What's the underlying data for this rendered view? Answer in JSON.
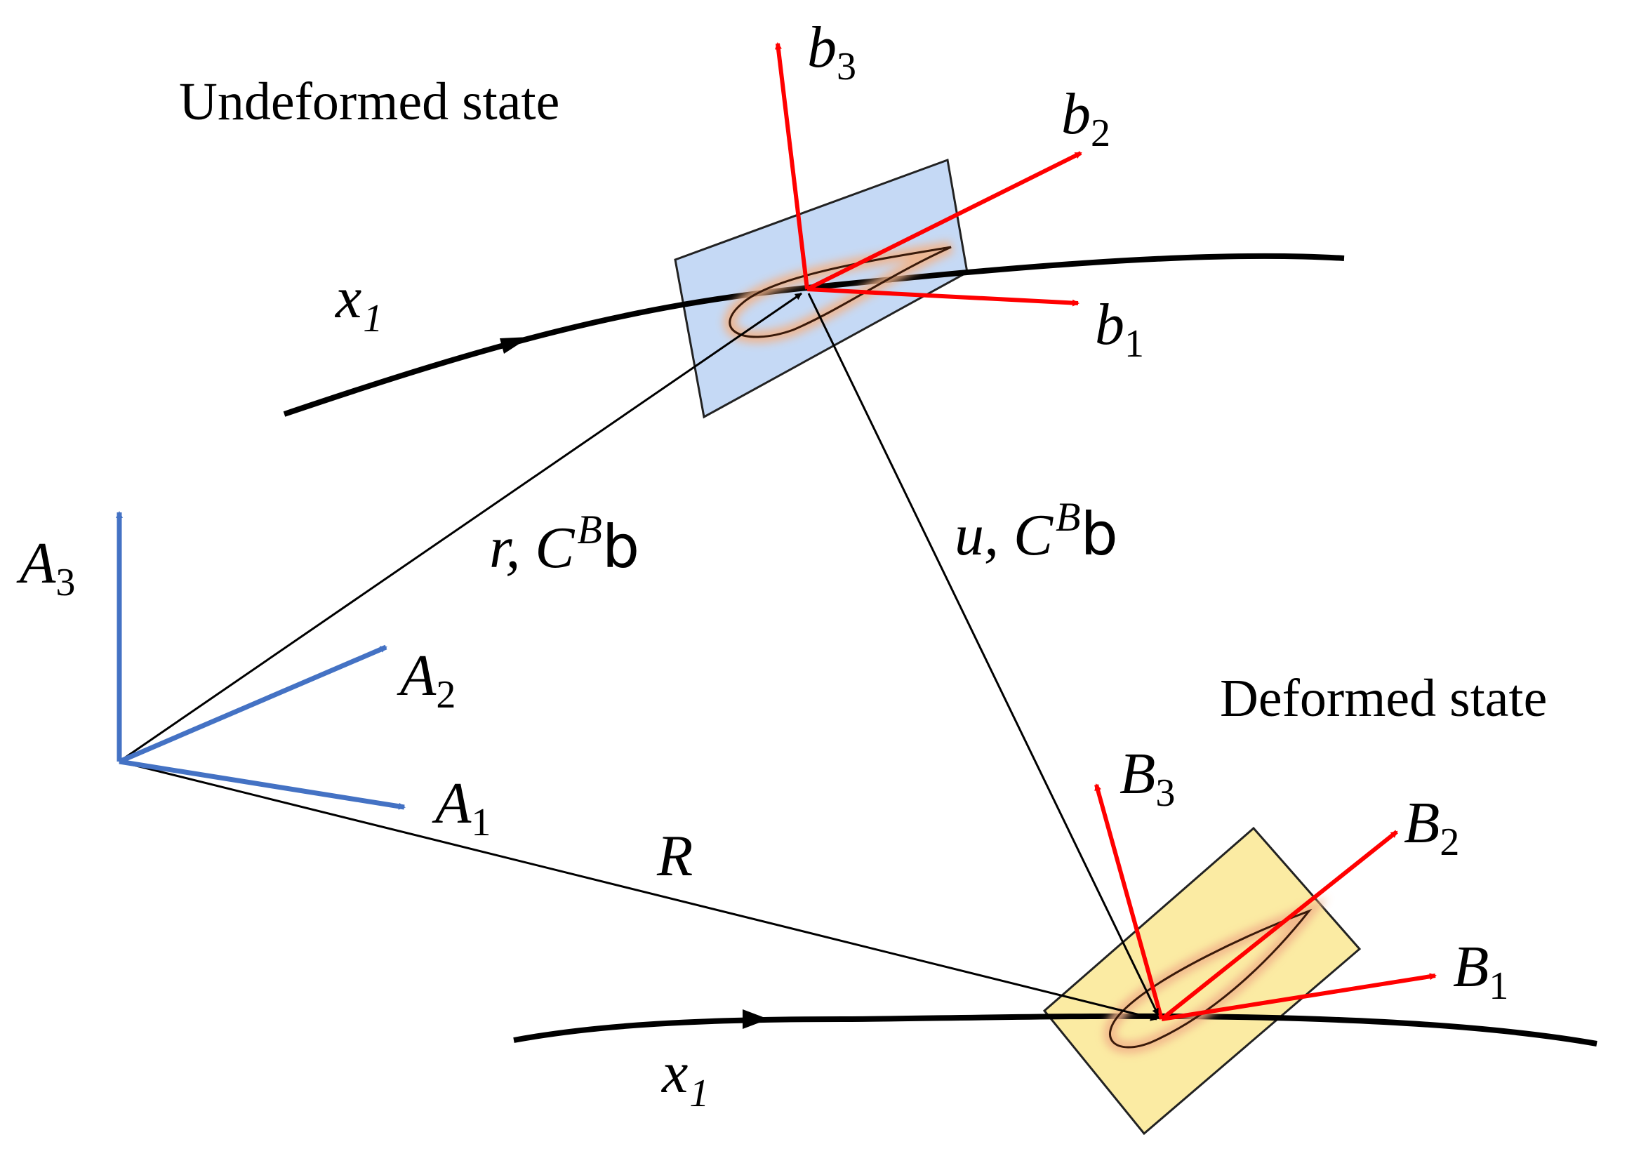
{
  "labels": {
    "undeformed_state": "Undeformed state",
    "deformed_state": "Deformed state",
    "x1_top": "x",
    "x1_top_sub": "1",
    "x1_bottom": "x",
    "x1_bottom_sub": "1",
    "r_vector": "r, C",
    "r_vector_sup": "B",
    "r_vector_tail": "b",
    "u_vector": "u, C",
    "u_vector_sup": "B",
    "u_vector_tail": "b",
    "R_vector": "R",
    "A1": "A",
    "A1_sub": "1",
    "A2": "A",
    "A2_sub": "2",
    "A3": "A",
    "A3_sub": "3",
    "b1": "b",
    "b1_sub": "1",
    "b2": "b",
    "b2_sub": "2",
    "b3": "b",
    "b3_sub": "3",
    "B1": "B",
    "B1_sub": "1",
    "B2": "B",
    "B2_sub": "2",
    "B3": "B",
    "B3_sub": "3"
  },
  "colors": {
    "global_frame": "#4472C4",
    "local_frames": "#FF0000",
    "undeformed_section": "#C5D9F5",
    "deformed_section": "#FBEBA3",
    "airfoil_glow": "#F2B48A",
    "lines": "#000000"
  }
}
